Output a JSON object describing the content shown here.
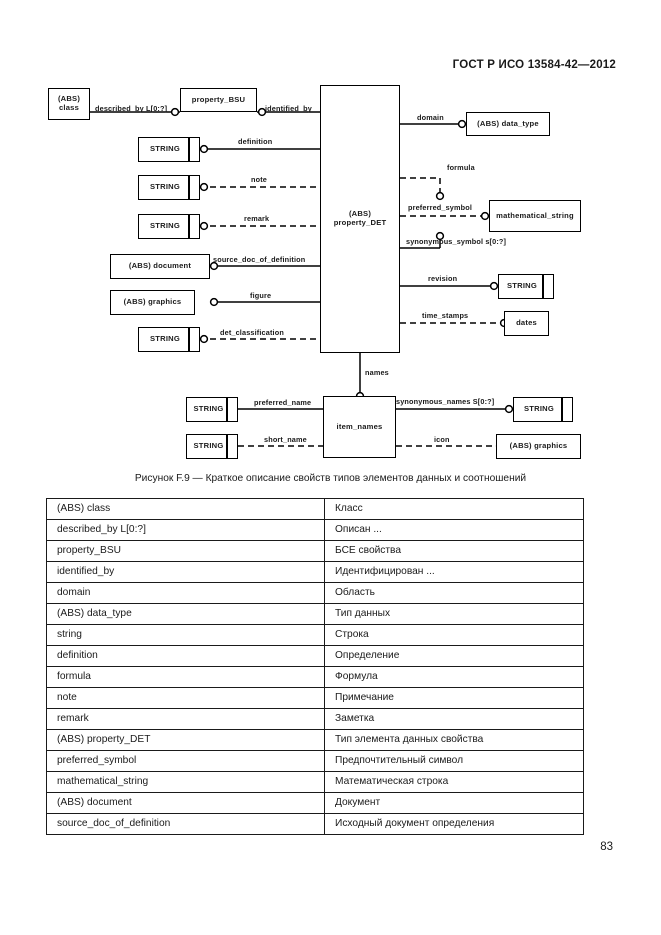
{
  "document": {
    "header": "ГОСТ Р ИСО 13584-42—2012",
    "page_number": "83",
    "caption": "Рисунок F.9 — Краткое описание свойств типов элементов данных и соотношений"
  },
  "diagram": {
    "entities": {
      "abs_class": "(ABS) class",
      "property_bsu": "property_BSU",
      "abs_property_det_line1": "(ABS)",
      "abs_property_det_line2": "property_DET",
      "abs_data_type": "(ABS) data_type",
      "mathematical_string": "mathematical_string",
      "abs_document": "(ABS) document",
      "abs_graphics_left": "(ABS) graphics",
      "abs_graphics_right": "(ABS) graphics",
      "dates": "dates",
      "item_names": "item_names",
      "string_definition": "STRING",
      "string_note": "STRING",
      "string_remark": "STRING",
      "string_det_classification": "STRING",
      "string_revision": "STRING",
      "string_preferred_name": "STRING",
      "string_short_name": "STRING",
      "string_synonymous_names": "STRING"
    },
    "relations": {
      "described_by": "described_by L[0:?]",
      "identified_by": "identified_by",
      "definition": "definition",
      "note": "note",
      "remark": "remark",
      "source_doc_of_definition": "source_doc_of_definition",
      "figure": "figure",
      "det_classification": "det_classification",
      "domain": "domain",
      "formula": "formula",
      "preferred_symbol": "preferred_symbol",
      "synonymous_symbol": "synonymous_symbol s[0:?]",
      "revision": "revision",
      "time_stamps": "time_stamps",
      "names": "names",
      "preferred_name": "preferred_name",
      "short_name": "short_name",
      "synonymous_names": "synonymous_names S[0:?]",
      "icon": "icon"
    }
  },
  "glossary": {
    "rows": [
      {
        "term": "(ABS) class",
        "translation": "Класс"
      },
      {
        "term": "described_by L[0:?]",
        "translation": "Описан ..."
      },
      {
        "term": "property_BSU",
        "translation": "БСЕ свойства"
      },
      {
        "term": "identified_by",
        "translation": "Идентифицирован ..."
      },
      {
        "term": "domain",
        "translation": "Область"
      },
      {
        "term": "(ABS) data_type",
        "translation": "Тип данных"
      },
      {
        "term": "string",
        "translation": "Строка"
      },
      {
        "term": "definition",
        "translation": "Определение"
      },
      {
        "term": "formula",
        "translation": "Формула"
      },
      {
        "term": "note",
        "translation": "Примечание"
      },
      {
        "term": "remark",
        "translation": "Заметка"
      },
      {
        "term": "(ABS) property_DET",
        "translation": "Тип элемента данных свойства"
      },
      {
        "term": "preferred_symbol",
        "translation": "Предпочтительный символ"
      },
      {
        "term": "mathematical_string",
        "translation": "Математическая строка"
      },
      {
        "term": "(ABS) document",
        "translation": "Документ"
      },
      {
        "term": "source_doc_of_definition",
        "translation": "Исходный документ определения"
      }
    ]
  }
}
